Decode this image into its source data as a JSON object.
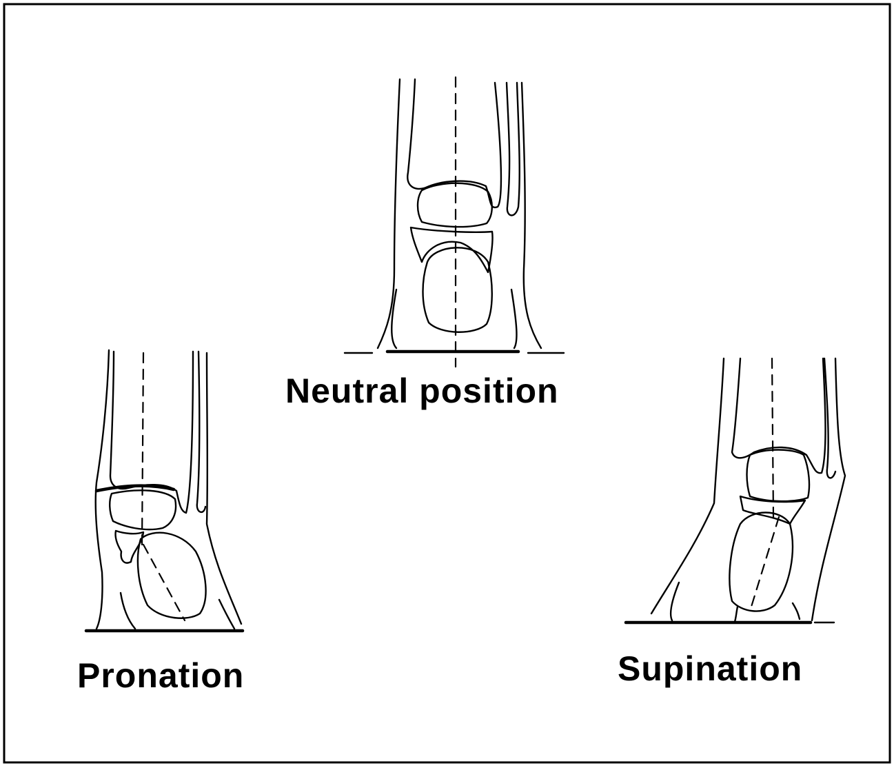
{
  "figure": {
    "labels": {
      "neutral": "Neutral position",
      "pronation": "Pronation",
      "supination": "Supination"
    }
  },
  "colors": {
    "background": "#ffffff",
    "ink": "#000000"
  }
}
